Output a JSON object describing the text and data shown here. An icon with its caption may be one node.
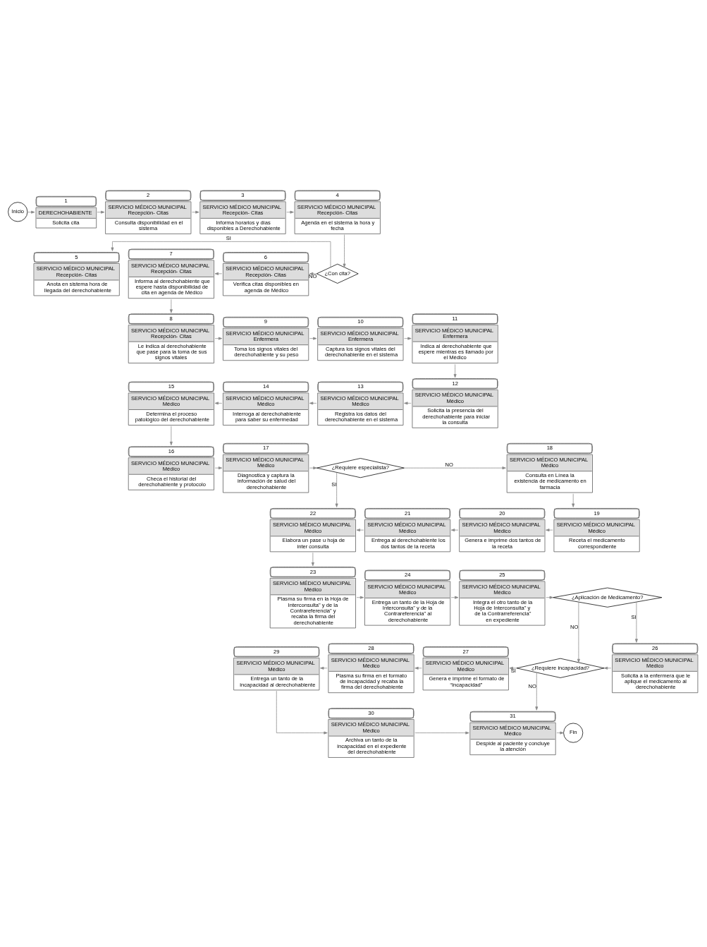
{
  "diagram": {
    "nodes": [
      {
        "text": [
          "Inicio"
        ]
      },
      {
        "text": [
          "DERECHOHABIENTE",
          "Solicita cita"
        ],
        "beside": [
          "1"
        ]
      },
      {
        "text": [
          "SERVICIO MÉDICO MUNICIPAL",
          "Recepción- Citas",
          "Consulta disponibilidad en el sistema"
        ],
        "beside": [
          "2"
        ]
      },
      {
        "text": [
          "SERVICIO MÉDICO MUNICIPAL",
          "Recepción- Citas",
          "Informa horarios y días disponibles a Derechohabiente"
        ],
        "beside": [
          "3"
        ]
      },
      {
        "text": [
          "SERVICIO MÉDICO MUNICIPAL",
          "Recepción- Citas",
          "Agenda en el sistema la hora y fecha"
        ],
        "beside": [
          "4"
        ]
      },
      {
        "text": [
          "¿Con cita?"
        ]
      },
      {
        "text": [
          "SERVICIO MÉDICO MUNICIPAL",
          "Recepción- Citas",
          "Anota en sistema hora de llegada del derechohabiente"
        ],
        "beside": [
          "5"
        ]
      },
      {
        "text": [
          "SERVICIO MÉDICO MUNICIPAL",
          "Recepción- Citas",
          "Verifica citas disponibles en agenda de Médico"
        ],
        "beside": [
          "6"
        ]
      },
      {
        "text": [
          "SERVICIO MÉDICO MUNICIPAL",
          "Recepción- Citas",
          "Informa al derechohabiente que espere hasta disponibilidad de cita en agenda de Médico"
        ],
        "beside": [
          "7"
        ]
      },
      {
        "text": [
          "SERVICIO MÉDICO MUNICIPAL",
          "Recepción- Citas",
          "Le indica al derechohabiente que pase para la toma de sus signos vitales"
        ],
        "beside": [
          "8"
        ]
      },
      {
        "text": [
          "SERVICIO MÉDICO MUNICIPAL",
          "Enfermera",
          "Toma los signos vitales del derechohabiente y su peso"
        ],
        "beside": [
          "9"
        ]
      },
      {
        "text": [
          "SERVICIO MÉDICO MUNICIPAL",
          "Enfermera",
          "Captura los signos vitales del derechohabiente en el sistema"
        ],
        "beside": [
          "10"
        ]
      },
      {
        "text": [
          "SERVICIO MÉDICO MUNICIPAL",
          "Enfermera",
          "Indica al derechohabiente que espere mientras es llamado por el Médico"
        ],
        "beside": [
          "11"
        ]
      },
      {
        "text": [
          "SERVICIO MÉDICO MUNICIPAL",
          "Médico",
          "Solicita la presencia del derechohabiente para iniciar la consulta"
        ],
        "beside": [
          "12"
        ]
      },
      {
        "text": [
          "SERVICIO MÉDICO MUNICIPAL",
          "Médico",
          "Registra los datos del derechohabiente en el sistema"
        ],
        "beside": [
          "13"
        ]
      },
      {
        "text": [
          "SERVICIO MÉDICO MUNICIPAL",
          "Médico",
          "Interroga al derechohabiente para saber su enfermedad"
        ],
        "beside": [
          "14"
        ]
      },
      {
        "text": [
          "SERVICIO MÉDICO MUNICIPAL",
          "Médico",
          "Determina el proceso patológico del derechohabiente"
        ],
        "beside": [
          "15"
        ]
      },
      {
        "text": [
          "SERVICIO MÉDICO MUNICIPAL",
          "Médico",
          "Checa el historial del derechohabiente y protocolo"
        ],
        "beside": [
          "16"
        ]
      },
      {
        "text": [
          "SERVICIO MÉDICO MUNICIPAL",
          "Médico",
          "Diagnostica y captura la información de salud del derechohabiente"
        ],
        "beside": [
          "17"
        ]
      },
      {
        "text": [
          "¿Requiere especialista?"
        ]
      },
      {
        "text": [
          "SERVICIO MÉDICO MUNICIPAL",
          "Médico",
          "Consulta en Línea la existencia de medicamento en farmacia"
        ],
        "beside": [
          "18"
        ]
      },
      {
        "text": [
          "SERVICIO MÉDICO MUNICIPAL",
          "Médico",
          "Receta el medicamento correspondiente"
        ],
        "beside": [
          "19"
        ]
      },
      {
        "text": [
          "SERVICIO MÉDICO MUNICIPAL",
          "Médico",
          "Genera e imprime dos tantos de la receta"
        ],
        "beside": [
          "20"
        ]
      },
      {
        "text": [
          "SERVICIO MÉDICO MUNICIPAL",
          "Médico",
          "Entrega al derechohabiente los dos tantos de la receta"
        ],
        "beside": [
          "21"
        ]
      },
      {
        "text": [
          "SERVICIO MÉDICO MUNICIPAL",
          "Médico",
          "Elabora un pase u hoja de inter consulta"
        ],
        "beside": [
          "22"
        ]
      },
      {
        "text": [
          "SERVICIO MÉDICO MUNICIPAL",
          "Médico",
          "Plasma su firma en la Hoja de Interconsulta\" y de la Contrareferencia\" y recaba la firma del derechohabiente"
        ],
        "beside": [
          "23"
        ]
      },
      {
        "text": [
          "SERVICIO MÉDICO MUNICIPAL",
          "Médico",
          "Entrega un tanto de la Hoja de Interconsulta\" y de la Contrareferencia\" al derechohabiente"
        ],
        "beside": [
          "24"
        ]
      },
      {
        "text": [
          "SERVICIO MÉDICO MUNICIPAL",
          "Médico",
          "Integra el otro tanto de la Hoja de Interconsulta\" y de la Contrarreferencia\" en expediente"
        ],
        "beside": [
          "25"
        ]
      },
      {
        "text": [
          "¿Aplicación de Medicamento?"
        ]
      },
      {
        "text": [
          "SERVICIO MÉDICO MUNICIPAL",
          "Médico",
          "Solicita a la enfermera que le aplique el medicamento al derechohabiente"
        ],
        "beside": [
          "26"
        ]
      },
      {
        "text": [
          "¿Requiere incapacidad?"
        ]
      },
      {
        "text": [
          "SERVICIO MÉDICO MUNICIPAL",
          "Médico",
          "Genera e imprime el formato de “Incapacidad”"
        ],
        "beside": [
          "27"
        ]
      },
      {
        "text": [
          "SERVICIO MÉDICO MUNICIPAL",
          "Médico",
          "Plasma su firma en el formato de incapacidad y recaba la firma del derechohabiente"
        ],
        "beside": [
          "28"
        ]
      },
      {
        "text": [
          "SERVICIO MÉDICO MUNICIPAL",
          "Médico",
          "Entrega un tanto de la incapacidad al derechohabiente"
        ],
        "beside": [
          "29"
        ]
      },
      {
        "text": [
          "SERVICIO MÉDICO MUNICIPAL",
          "Médico",
          "Archiva un tanto de la incapacidad en el expediente del derechohabiente"
        ],
        "beside": [
          "30"
        ]
      },
      {
        "text": [
          "SERVICIO MÉDICO MUNICIPAL",
          "Médico",
          "Despide al paciente y concluye la atención"
        ],
        "beside": [
          "31"
        ]
      },
      {
        "text": [
          "Fin"
        ]
      }
    ],
    "edges": [
      {
        "from": 0,
        "to": 1,
        "arrow": "to"
      },
      {
        "from": 1,
        "to": 2,
        "arrow": "to"
      },
      {
        "from": 2,
        "to": 3,
        "arrow": "to"
      },
      {
        "from": 3,
        "to": 4,
        "arrow": "to"
      },
      {
        "from": 4,
        "to": 5,
        "arrow": "to"
      },
      {
        "from": 5,
        "to": 7,
        "label": "NO",
        "arrow": "to"
      },
      {
        "from": 5,
        "to": 6,
        "label": "SI",
        "arrow": "to"
      },
      {
        "from": 7,
        "to": 8,
        "arrow": "to"
      },
      {
        "from": 8,
        "to": 9,
        "arrow": "to"
      },
      {
        "from": 9,
        "to": 10,
        "arrow": "to"
      },
      {
        "from": 10,
        "to": 11,
        "arrow": "to"
      },
      {
        "from": 11,
        "to": 12,
        "arrow": "to"
      },
      {
        "from": 12,
        "to": 13,
        "arrow": "to"
      },
      {
        "from": 13,
        "to": 14,
        "arrow": "to"
      },
      {
        "from": 14,
        "to": 15,
        "arrow": "to"
      },
      {
        "from": 15,
        "to": 16,
        "arrow": "to"
      },
      {
        "from": 16,
        "to": 17,
        "arrow": "to"
      },
      {
        "from": 17,
        "to": 18,
        "arrow": "to"
      },
      {
        "from": 18,
        "to": 19,
        "arrow": "to"
      },
      {
        "from": 19,
        "to": 20,
        "label": "NO",
        "arrow": "to"
      },
      {
        "from": 19,
        "to": 24,
        "label": "SI",
        "arrow": "to"
      },
      {
        "from": 20,
        "to": 21,
        "arrow": "to"
      },
      {
        "from": 21,
        "to": 22,
        "arrow": "to"
      },
      {
        "from": 22,
        "to": 23,
        "arrow": "to"
      },
      {
        "from": 23,
        "to": 24,
        "arrow": "to"
      },
      {
        "from": 24,
        "to": 25,
        "arrow": "to"
      },
      {
        "from": 25,
        "to": 26,
        "arrow": "to"
      },
      {
        "from": 26,
        "to": 27,
        "arrow": "to"
      },
      {
        "from": 27,
        "to": 28,
        "arrow": "to"
      },
      {
        "from": 28,
        "to": 29,
        "label": "SI",
        "arrow": "to"
      },
      {
        "from": 28,
        "to": 30,
        "label": "NO",
        "arrow": "to"
      },
      {
        "from": 29,
        "to": 30,
        "arrow": "to"
      },
      {
        "from": 30,
        "to": 31,
        "label": "SI",
        "arrow": "to"
      },
      {
        "from": 30,
        "to": 35,
        "label": "NO",
        "arrow": "to"
      },
      {
        "from": 31,
        "to": 32,
        "arrow": "to"
      },
      {
        "from": 32,
        "to": 33,
        "arrow": "to"
      },
      {
        "from": 33,
        "to": 34,
        "arrow": "to"
      },
      {
        "from": 34,
        "to": 35,
        "arrow": "to"
      },
      {
        "from": 35,
        "to": 36,
        "arrow": "to"
      }
    ]
  }
}
